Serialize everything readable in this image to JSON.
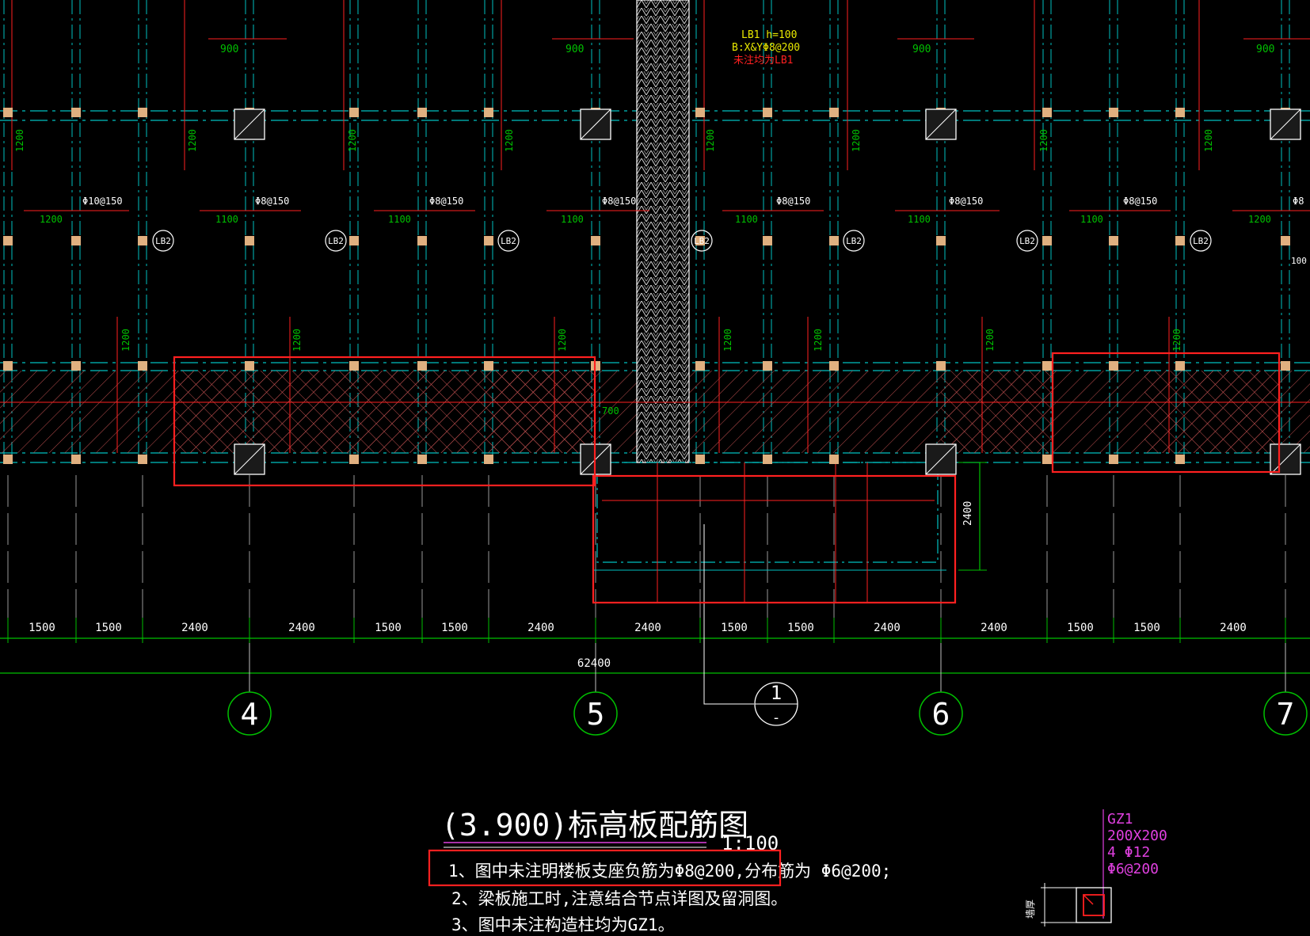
{
  "drawing": {
    "title": "(3.900)标高板配筋图",
    "scale": "1:100",
    "notes": [
      "1、图中未注明楼板支座负筋为Φ8@200,分布筋为 Φ6@200;",
      "2、梁板施工时,注意结合节点详图及留洞图。",
      "3、图中未注构造柱均为GZ1。"
    ]
  },
  "slab_annotation": {
    "line1": "LB1 h=100",
    "line2": "B:X&YΦ8@200",
    "line3": "未注均为LB1"
  },
  "top_dims": [
    "900",
    "900",
    "900",
    "900"
  ],
  "rebar_labels": [
    "Φ10@150",
    "Φ8@150",
    "Φ8@150",
    "Φ8@150",
    "Φ8@150",
    "Φ8@150",
    "Φ8@150",
    "Φ8"
  ],
  "rebar_lengths": [
    "1200",
    "1100",
    "1100",
    "1100",
    "1100",
    "1100",
    "1100",
    "1200"
  ],
  "vertical_dims_upper": [
    "1200",
    "1200",
    "1200",
    "1200",
    "1200",
    "1200",
    "1200",
    "1200"
  ],
  "vertical_dims_lower": [
    "1200",
    "1200",
    "1200",
    "1200",
    "1200",
    "1200",
    "1200"
  ],
  "slab_tags": [
    "LB2",
    "LB2",
    "LB2",
    "LB2",
    "LB2",
    "LB2",
    "LB2"
  ],
  "side_dims": {
    "d700": "700",
    "d100": "100",
    "d2400": "2400"
  },
  "bay_dims": [
    "1500",
    "1500",
    "2400",
    "2400",
    "1500",
    "1500",
    "2400",
    "2400",
    "1500",
    "1500",
    "2400",
    "2400",
    "1500",
    "1500",
    "2400"
  ],
  "total_dim": "62400",
  "axes": [
    "4",
    "5",
    "6",
    "7"
  ],
  "section_mark": {
    "top": "1",
    "bottom": "-"
  },
  "column_detail": {
    "name": "GZ1",
    "size": "200X200",
    "main_bars": "4 Φ12",
    "stirrups": "Φ6@200",
    "side_label": "墙厚"
  },
  "colors": {
    "background": "#000000",
    "axis_line": "#00c0c0",
    "dimension": "#00c000",
    "rebar": "#ff2020",
    "column_fill": "#e0b080",
    "highlight_box": "#ff2020",
    "slab_text": "#e8e800",
    "detail_text": "#e040e0"
  }
}
